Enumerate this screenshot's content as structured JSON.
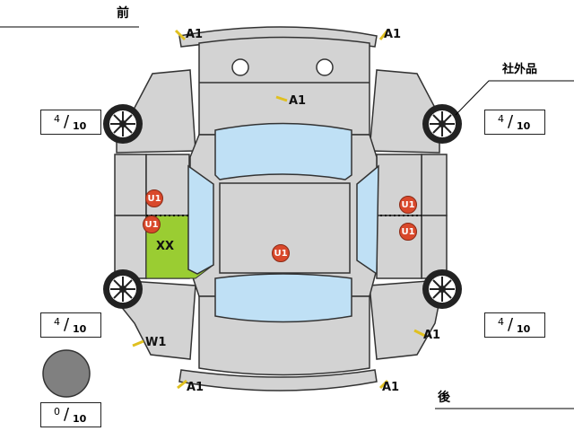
{
  "header": {
    "front_label": "前",
    "rear_label": "後"
  },
  "callout": {
    "label": "社外品"
  },
  "tread_gauges": [
    {
      "id": "front-left",
      "value": "4",
      "unit": "10"
    },
    {
      "id": "front-right",
      "value": "4",
      "unit": "10"
    },
    {
      "id": "rear-left",
      "value": "4",
      "unit": "10"
    },
    {
      "id": "rear-right",
      "value": "4",
      "unit": "10"
    },
    {
      "id": "spare",
      "value": "0",
      "unit": "10"
    }
  ],
  "marks": {
    "a1_front_left": "A1",
    "a1_front_right": "A1",
    "a1_hood": "A1",
    "a1_rear_right_fender": "A1",
    "a1_rear_left": "A1",
    "a1_rear_right": "A1",
    "w1": "W1",
    "xx": "XX",
    "u1_left_upper": "U1",
    "u1_left_lower": "U1",
    "u1_right_upper": "U1",
    "u1_right_lower": "U1",
    "u1_roof": "U1"
  },
  "colors": {
    "body_fill": "#d3d3d3",
    "glass_fill": "#bfe0f5",
    "damage_fill": "#9acd32",
    "u1_fill": "#d9482b"
  }
}
